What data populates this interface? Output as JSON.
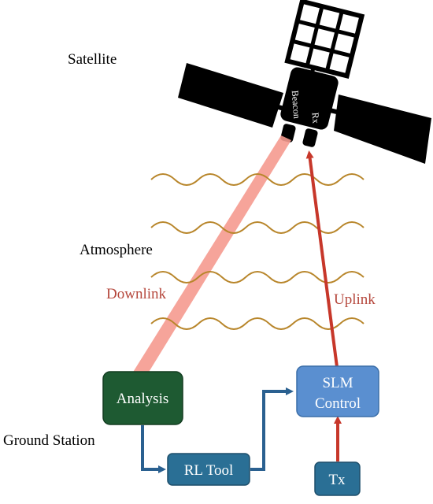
{
  "labels": {
    "satellite": "Satellite",
    "atmosphere": "Atmosphere",
    "ground_station": "Ground Station",
    "downlink": "Downlink",
    "uplink": "Uplink"
  },
  "satellite": {
    "beacon": "Beacon",
    "rx": "Rx"
  },
  "boxes": {
    "analysis": "Analysis",
    "rl_tool": "RL Tool",
    "slm_control_line1": "SLM",
    "slm_control_line2": "Control",
    "tx": "Tx"
  },
  "colors": {
    "satellite": "#000000",
    "downlink_beam": "#f59a8f",
    "uplink_arrow": "#c7372a",
    "wave": "#b8862b",
    "link_label": "#b5473c",
    "analysis_fill": "#1e5a32",
    "analysis_stroke": "#133d21",
    "rl_tool_fill": "#2a6f95",
    "rl_tool_stroke": "#1e4f6b",
    "slm_fill": "#5a8fd0",
    "slm_stroke": "#3b6ea8",
    "tx_fill": "#2a6f95",
    "connector": "#2a6090"
  }
}
